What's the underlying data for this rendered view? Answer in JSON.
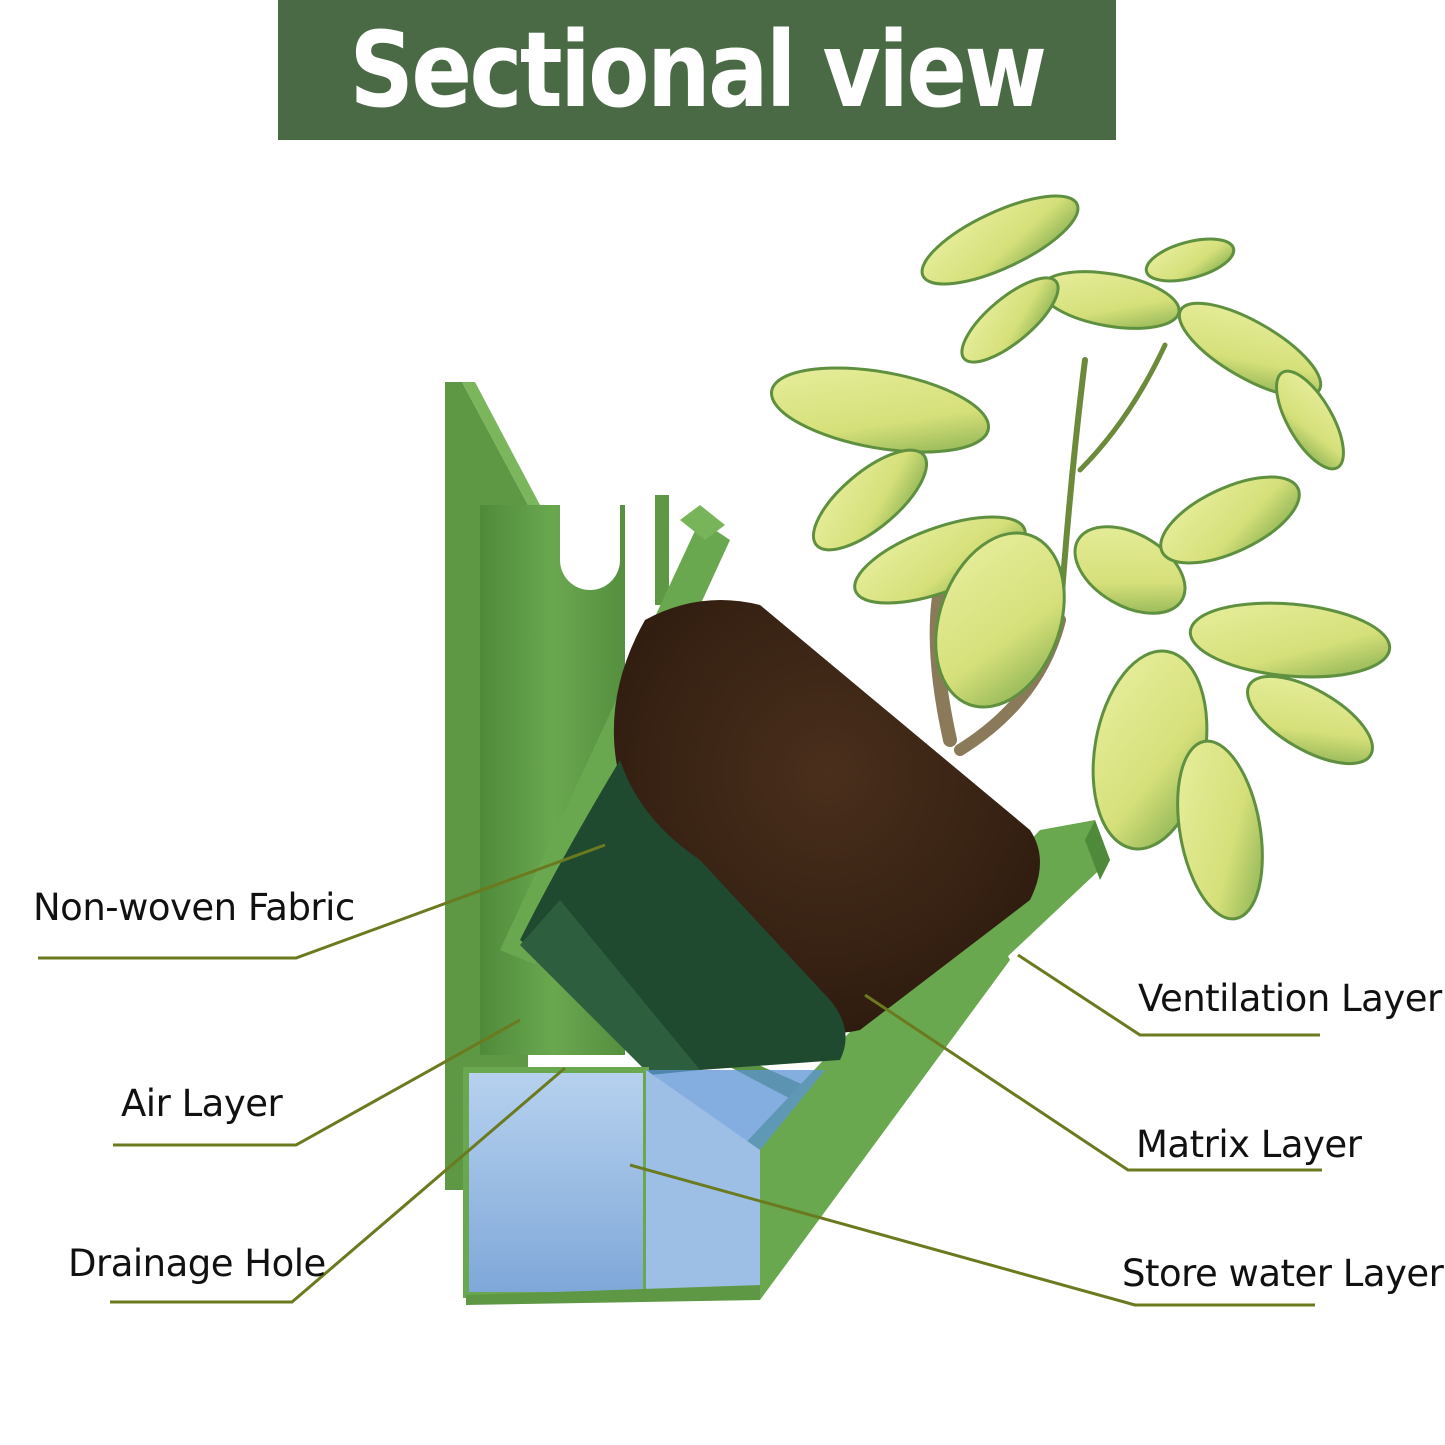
{
  "title": "Sectional view",
  "labels": {
    "non_woven_fabric": "Non-woven Fabric",
    "air_layer": "Air Layer",
    "drainage_hole": "Drainage Hole",
    "ventilation_layer": "Ventilation Layer",
    "matrix_layer": "Matrix Layer",
    "store_water_layer": "Store water Layer"
  },
  "colors": {
    "banner": "#4a6a45",
    "pot_green": "#5f9a45",
    "leader_line": "#6b7a1e",
    "soil": "#3a2415",
    "fabric": "#1f4a30",
    "water": "#8fb8e0"
  }
}
